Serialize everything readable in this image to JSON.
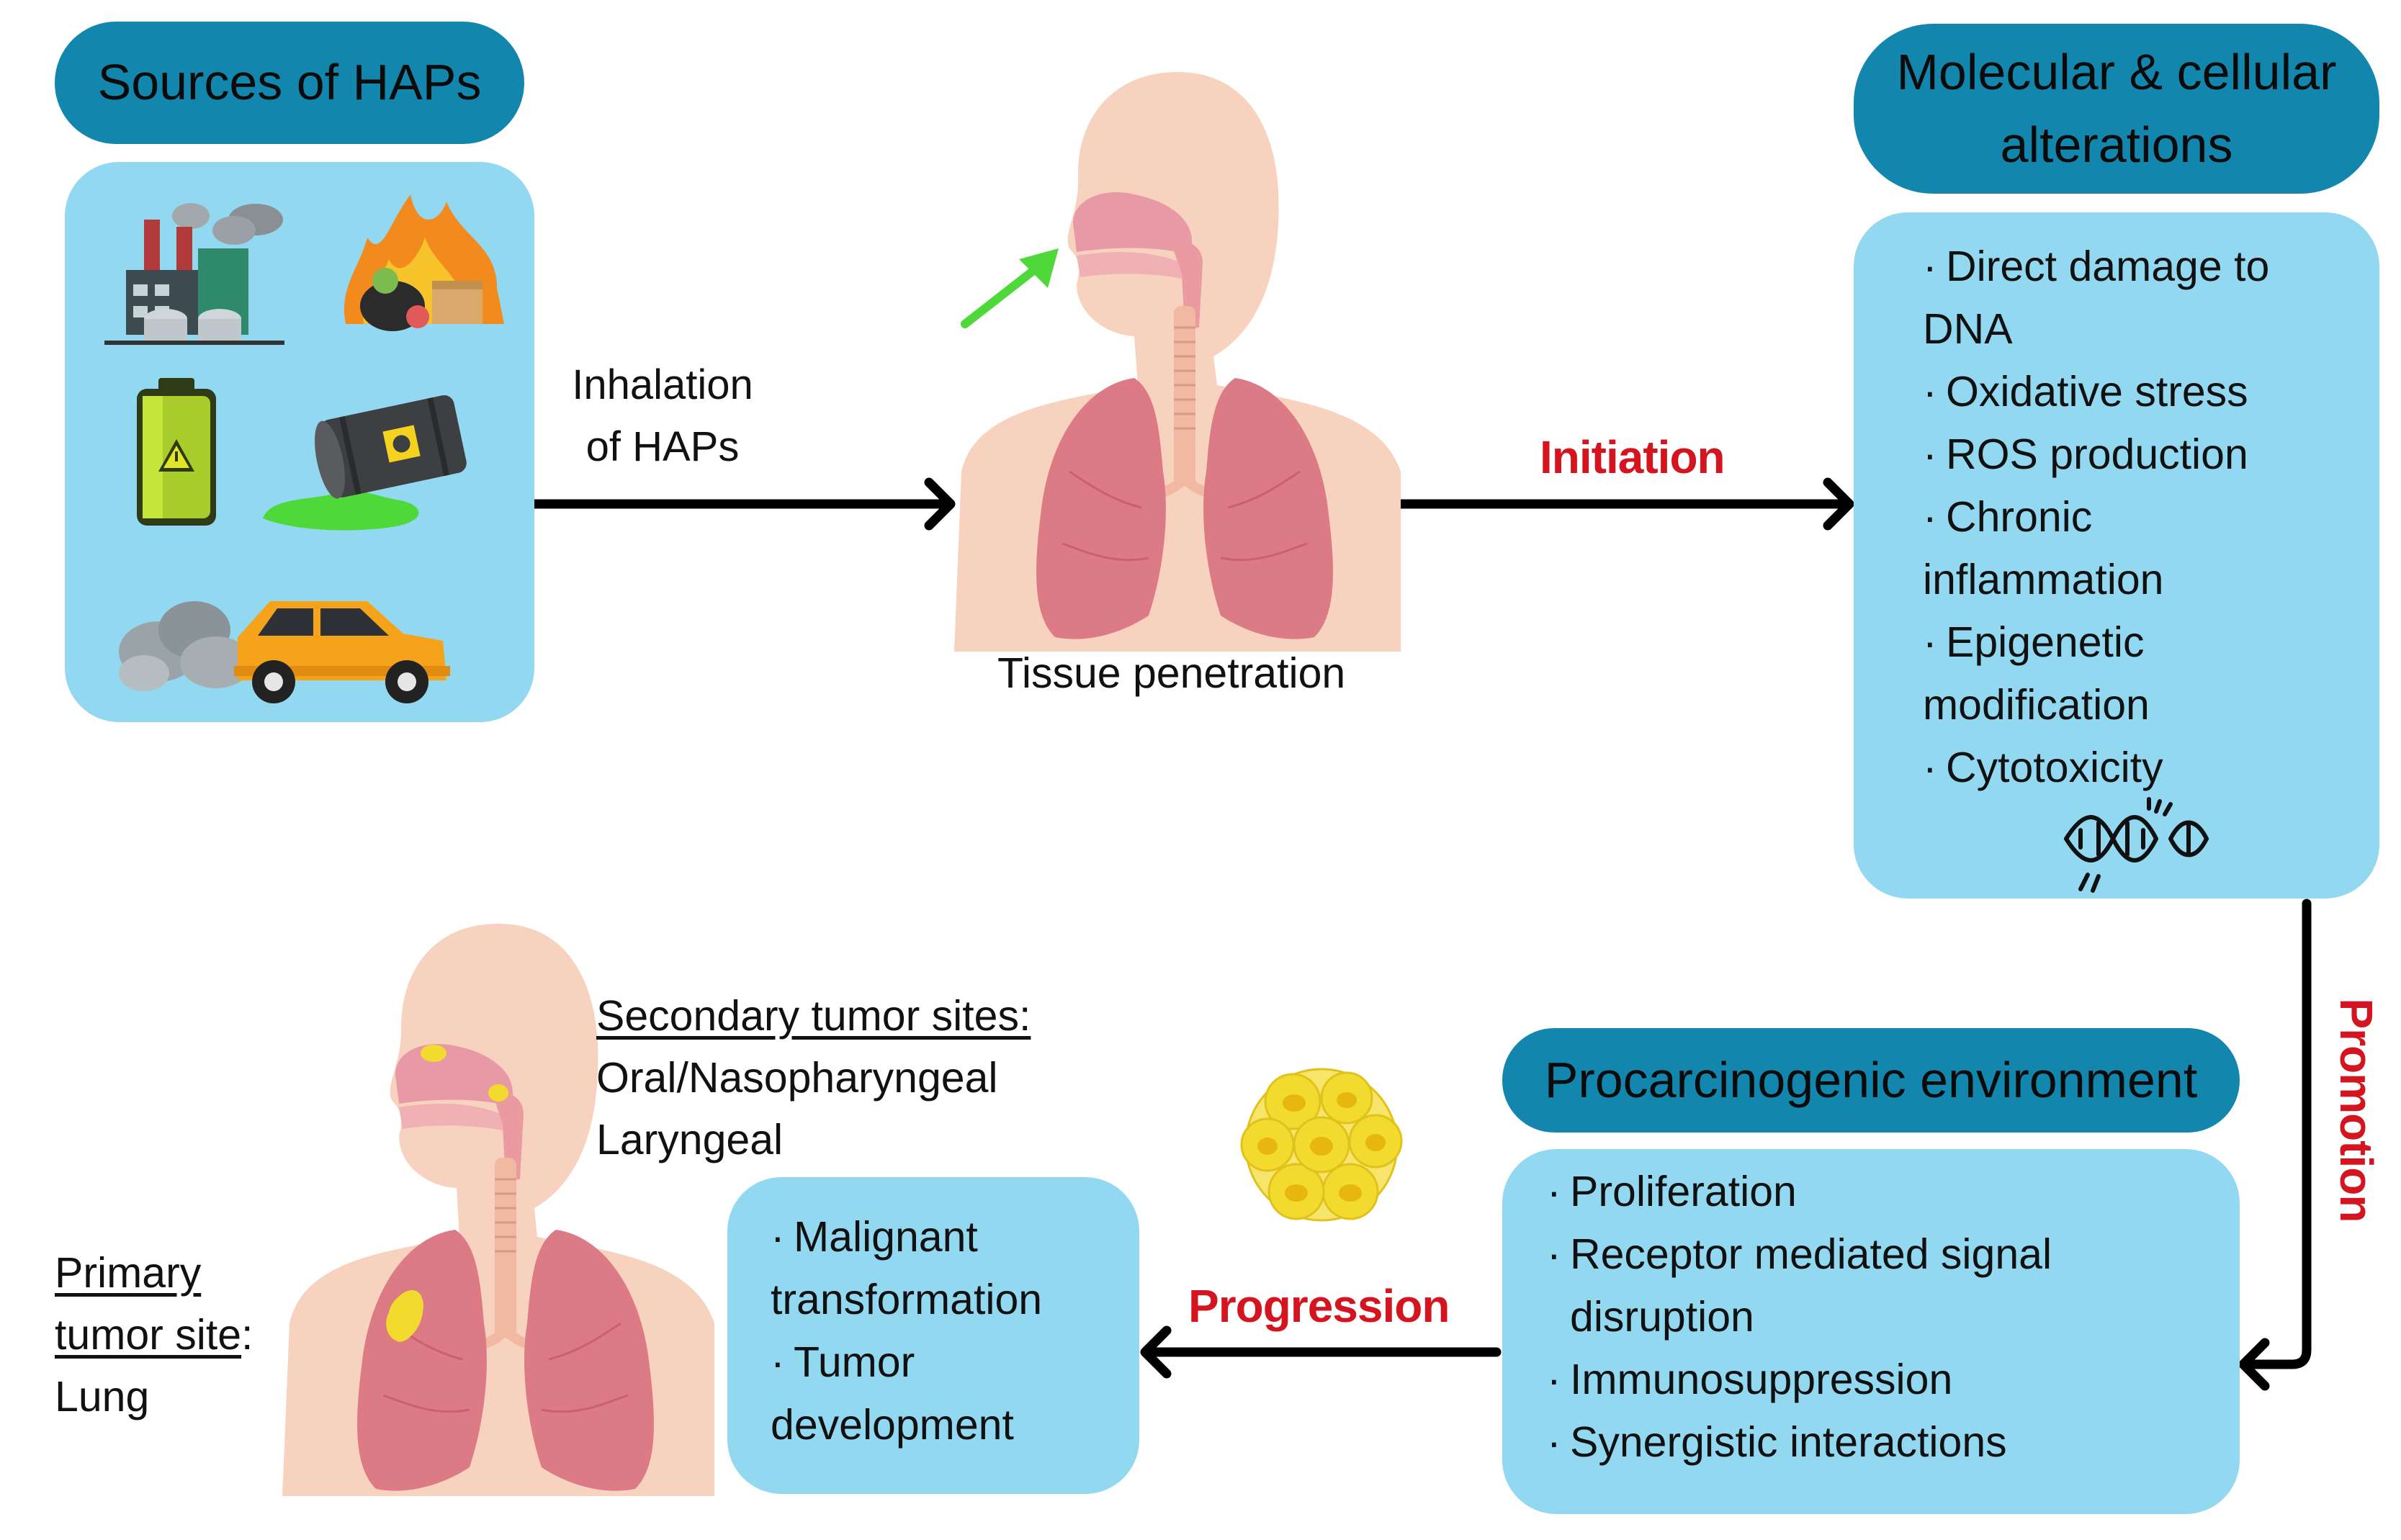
{
  "sources": {
    "title": "Sources of HAPs",
    "icons": [
      "factory-icon",
      "burning-waste-icon",
      "battery-icon",
      "toxic-barrel-icon",
      "car-exhaust-icon"
    ]
  },
  "inhalation": {
    "line1": "Inhalation",
    "line2": "of HAPs"
  },
  "tissue_penetration": "Tissue penetration",
  "initiation": "Initiation",
  "molecular": {
    "title_line1": "Molecular & cellular",
    "title_line2": "alterations",
    "items": [
      {
        "line1": "Direct damage to",
        "line2": "DNA"
      },
      {
        "line1": "Oxidative stress",
        "line2": ""
      },
      {
        "line1": "ROS production",
        "line2": ""
      },
      {
        "line1": "Chronic",
        "line2": "inflammation"
      },
      {
        "line1": "Epigenetic",
        "line2": "modification"
      },
      {
        "line1": "Cytotoxicity",
        "line2": ""
      }
    ]
  },
  "promotion": "Promotion",
  "procarcinogenic": {
    "title": "Procarcinogenic environment",
    "items": [
      {
        "line1": "Proliferation",
        "line2": ""
      },
      {
        "line1": "Receptor mediated signal",
        "line2": "disruption"
      },
      {
        "line1": "Immunosuppression",
        "line2": ""
      },
      {
        "line1": "Synergistic interactions",
        "line2": ""
      }
    ]
  },
  "progression": "Progression",
  "malignant": {
    "items": [
      {
        "line1": "Malignant",
        "line2": "transformation"
      },
      {
        "line1": "Tumor",
        "line2": "development"
      }
    ]
  },
  "secondary": {
    "heading": "Secondary tumor sites:",
    "line1": "Oral/Nasopharyngeal",
    "line2": "Laryngeal"
  },
  "primary": {
    "heading_line1": "Primary",
    "heading_line2": "tumor site",
    "colon": ":",
    "line3": "Lung"
  },
  "bullet": "·",
  "colors": {
    "pill": "#1386ad",
    "box": "#93d8f1",
    "stage_label": "#d4141e",
    "arrow": "#000000",
    "skin": "#f7d3bf",
    "lung": "#dc7a86",
    "tumor": "#f3da2e",
    "inhale_arrow": "#4fd83a"
  }
}
